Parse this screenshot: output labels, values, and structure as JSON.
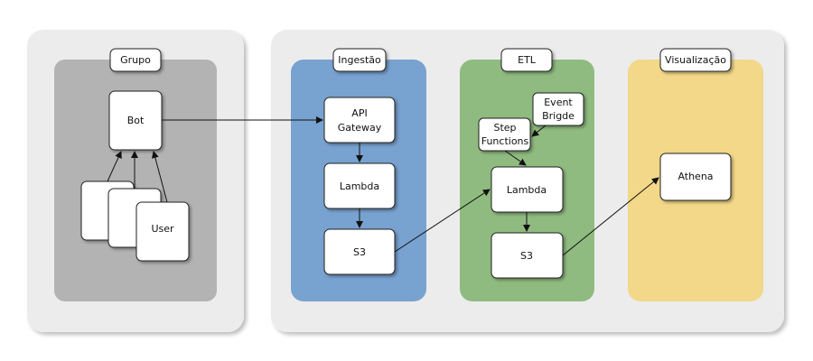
{
  "groups": {
    "grupo": "Grupo",
    "ingestao": "Ingestão",
    "etl": "ETL",
    "visualizacao": "Visualização"
  },
  "nodes": {
    "bot": "Bot",
    "user": "User",
    "api_gateway": [
      "API",
      "Gateway"
    ],
    "lambda_ingestao": "Lambda",
    "s3_ingestao": "S3",
    "event_bridge": [
      "Event",
      "Brigde"
    ],
    "step_functions": [
      "Step",
      "Functions"
    ],
    "lambda_etl": "Lambda",
    "s3_etl": "S3",
    "athena": "Athena"
  },
  "colors": {
    "outer_panel": "#ececec",
    "grupo_fill": "#b3b3b3",
    "ingestao_fill": "#78a2d0",
    "etl_fill": "#8fbb80",
    "visualizacao_fill": "#f2d888"
  }
}
